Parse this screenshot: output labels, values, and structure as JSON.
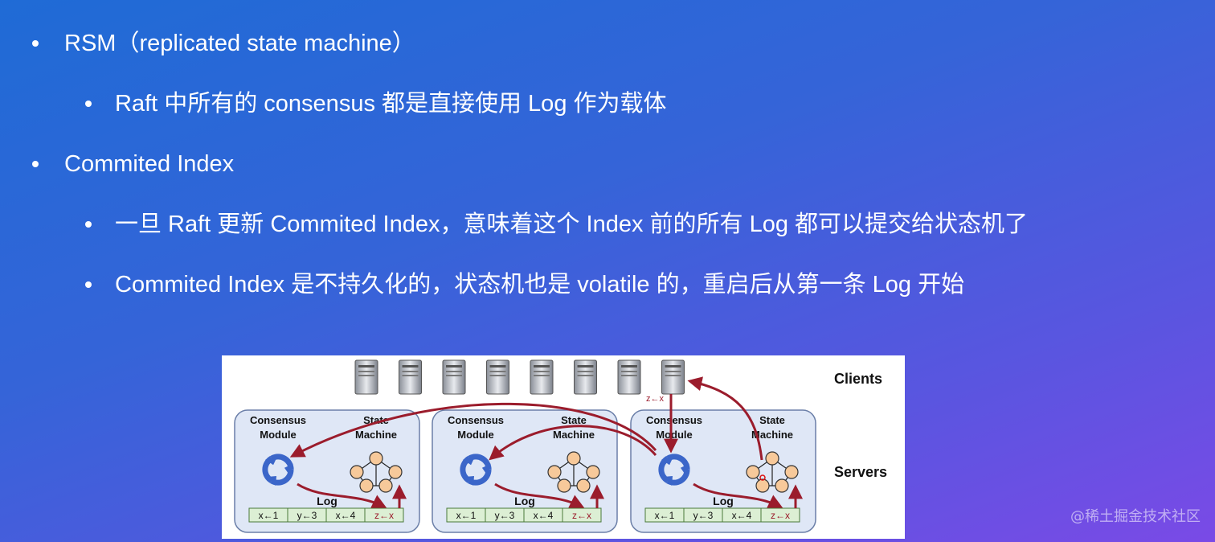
{
  "bullets": [
    {
      "text": "RSM（replicated state machine）"
    },
    {
      "text": "Raft 中所有的 consensus 都是直接使用 Log 作为载体"
    },
    {
      "text": "Commited Index"
    },
    {
      "text": "一旦 Raft 更新 Commited Index，意味着这个 Index 前的所有 Log 都可以提交给状态机了"
    },
    {
      "text": "Commited Index 是不持久化的，状态机也是 volatile 的，重启后从第一条 Log 开始"
    }
  ],
  "figure": {
    "clients_label": "Clients",
    "servers_label": "Servers",
    "client_command": "z←x",
    "server": {
      "consensus_label_1": "Consensus",
      "consensus_label_2": "Module",
      "state_label_1": "State",
      "state_label_2": "Machine",
      "log_label": "Log",
      "log_entries": [
        "x←1",
        "y←3",
        "x←4",
        "z←x"
      ]
    },
    "colors": {
      "arrow": "#9b1c2c",
      "server_fill": "#dfe7f6",
      "log_fill": "#dcefd4",
      "state_node": "#f7c99a"
    }
  },
  "watermark": "@稀土掘金技术社区"
}
